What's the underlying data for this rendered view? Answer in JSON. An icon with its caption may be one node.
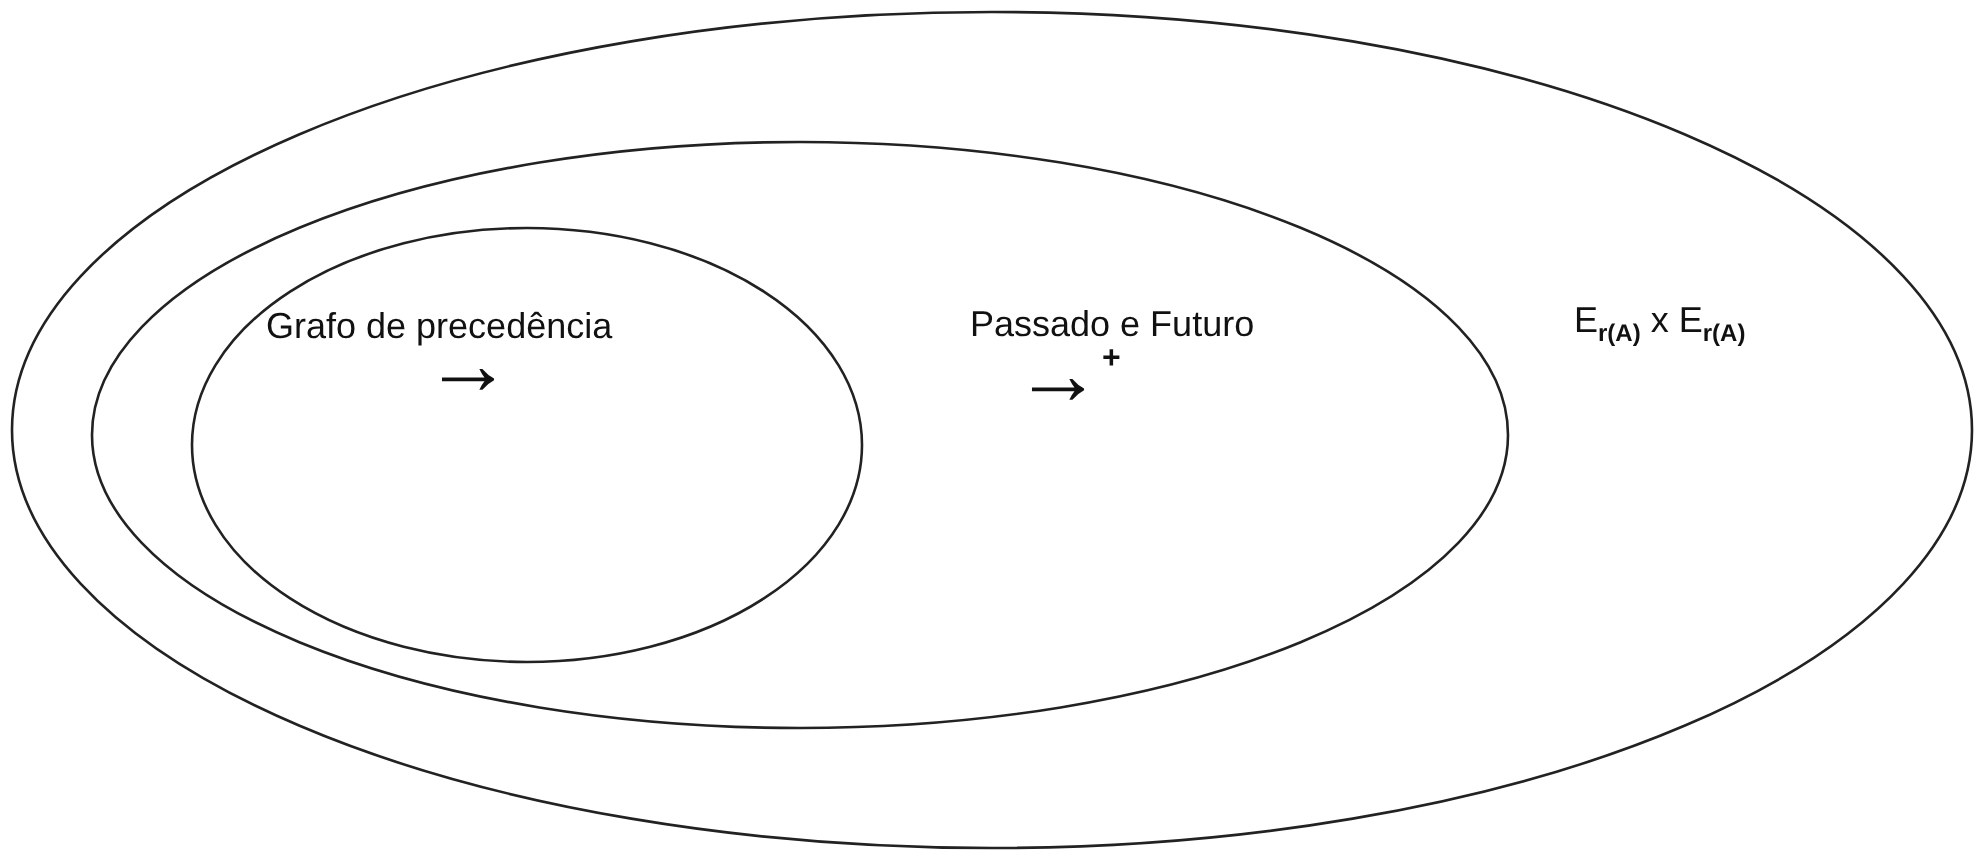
{
  "diagram": {
    "nodes": [
      {
        "text": [
          "E$_{r(A)}$ x E$_{r(A)}$"
        ]
      },
      {
        "text": [
          "Passado e Futuro",
          "→$^{+}$"
        ],
        "in": 0
      },
      {
        "text": [
          "Grafo de precedência",
          "→"
        ],
        "in": 1
      }
    ]
  }
}
